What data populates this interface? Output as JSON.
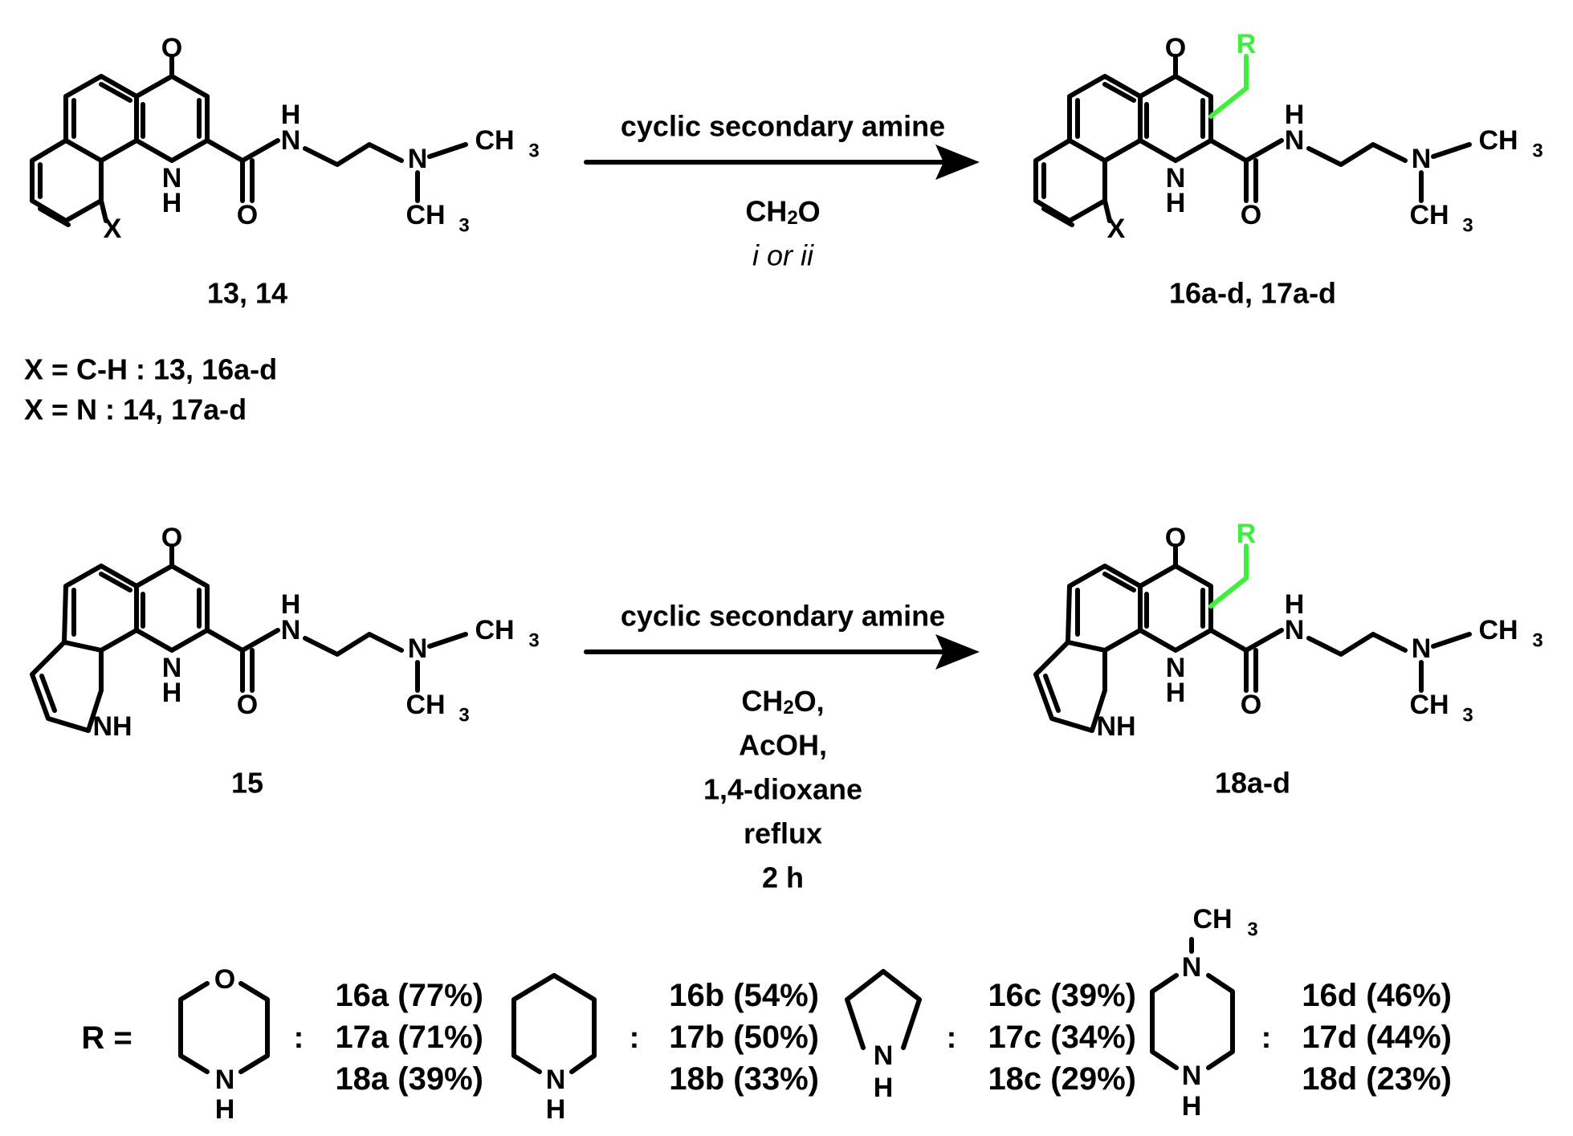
{
  "scheme": {
    "compound_labels": {
      "start_1": "13, 14",
      "product_1": "16a-d, 17a-d",
      "start_2": "15",
      "product_2": "18a-d"
    },
    "x_definitions": [
      "X = C-H : 13, 16a-d",
      "X = N : 14, 17a-d"
    ],
    "reaction_1": {
      "reagent": "cyclic secondary amine",
      "conditions": [
        "CH2O",
        "i or ii"
      ]
    },
    "reaction_2": {
      "reagent": "cyclic secondary amine",
      "conditions": [
        "CH2O,",
        "AcOH,",
        "1,4-dioxane",
        "reflux",
        "2 h"
      ]
    },
    "r_prefix": "R =",
    "r_groups": [
      {
        "amine": "morpholine",
        "yields": [
          "16a (77%)",
          "17a (71%)",
          "18a (39%)"
        ]
      },
      {
        "amine": "piperidine",
        "yields": [
          "16b (54%)",
          "17b (50%)",
          "18b (33%)"
        ]
      },
      {
        "amine": "pyrrolidine",
        "yields": [
          "16c (39%)",
          "17c (34%)",
          "18c (29%)"
        ]
      },
      {
        "amine": "N-methylpiperazine",
        "yields": [
          "16d (46%)",
          "17d (44%)",
          "18d (23%)"
        ]
      }
    ],
    "colors": {
      "bond": "#000000",
      "r_group_highlight": "#3cf03c"
    }
  }
}
